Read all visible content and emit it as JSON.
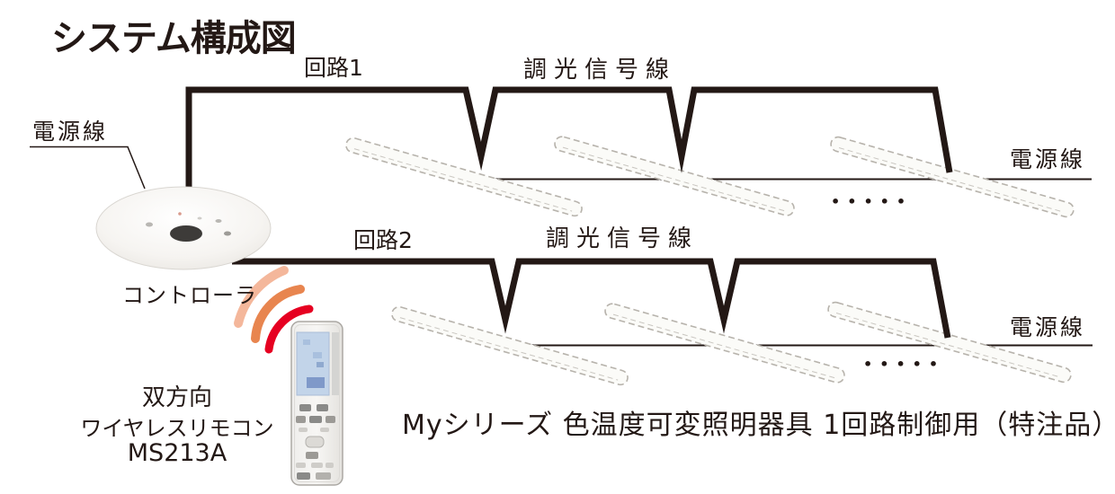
{
  "title": "システム構成図",
  "labels": {
    "power_left": "電源線",
    "controller": "コントローラ",
    "row1": {
      "circuit": "回路1",
      "signal": "調光信号線",
      "power": "電源線",
      "dots": "•••••"
    },
    "row2": {
      "circuit": "回路2",
      "signal": "調光信号線",
      "power": "電源線",
      "dots": "•••••"
    }
  },
  "remote": {
    "line1": "双方向",
    "line2": "ワイヤレスリモコン",
    "line3": "MS213A"
  },
  "caption": "Myシリーズ 色温度可変照明器具 1回路制御用（特注品）",
  "colors": {
    "line": "#231815",
    "wave_outer": "#F4B79B",
    "wave_middle": "#E8854F",
    "wave_inner": "#E60021",
    "fixture_outline": "#B7B3AC"
  }
}
